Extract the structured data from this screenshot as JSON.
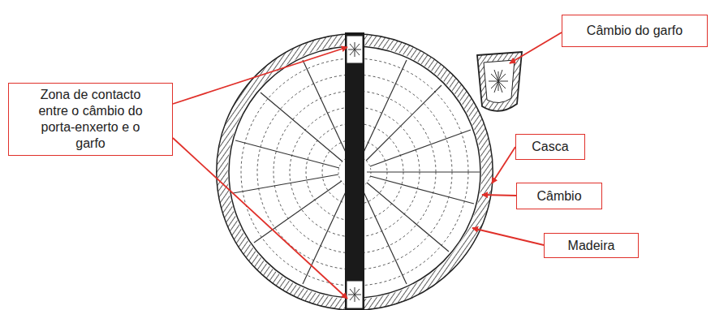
{
  "diagram": {
    "nodes": [
      {
        "text": [
          "Câmbio do garfo"
        ]
      },
      {
        "text": [
          "Zona de contacto entre o câmbio do porta-enxerto e o garfo"
        ]
      },
      {
        "text": [
          "Casca"
        ]
      },
      {
        "text": [
          "Câmbio"
        ]
      },
      {
        "text": [
          "Madeira"
        ]
      }
    ]
  }
}
